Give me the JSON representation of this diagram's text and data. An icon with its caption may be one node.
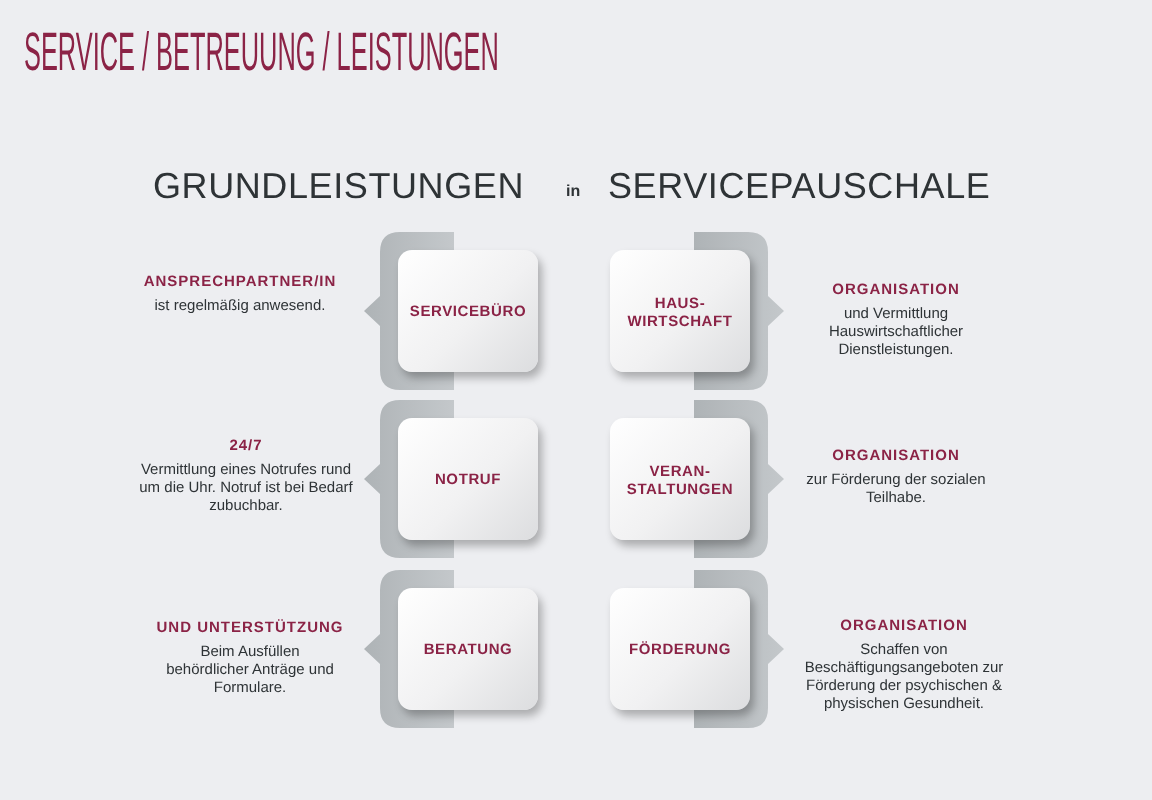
{
  "diagram": {
    "title": "SERVICE / BETREUUNG / LEISTUNGEN",
    "nodes": [
      {
        "text": [
          "SERVICEBÜRO"
        ],
        "beside": [
          "ANSPRECHPARTNER/IN",
          "ist regelmäßig anwesend."
        ]
      },
      {
        "text": [
          "HAUS- WIRTSCHAFT"
        ],
        "beside": [
          "ORGANISATION",
          "und Vermittlung Hauswirtschaftlicher Dienstleistungen."
        ]
      },
      {
        "text": [
          "NOTRUF"
        ],
        "beside": [
          "24/7",
          "Vermittlung eines Notrufes rund um die Uhr. Notruf ist bei Bedarf zubuchbar."
        ]
      },
      {
        "text": [
          "VERAN- STALTUNGEN"
        ],
        "beside": [
          "ORGANISATION",
          "zur Förderung der sozialen Teilhabe."
        ]
      },
      {
        "text": [
          "BERATUNG"
        ],
        "beside": [
          "UND UNTERSTÜTZUNG",
          "Beim Ausfüllen behördlicher Anträge und Formulare."
        ]
      },
      {
        "text": [
          "FÖRDERUNG"
        ],
        "beside": [
          "ORGANISATION",
          "Schaffen von Beschäftigungsangeboten zur Förderung der psychischen & physischen Gesundheit."
        ]
      }
    ],
    "labels": [
      "GRUNDLEISTUNGEN",
      "in",
      "SERVICEPAUSCHALE"
    ]
  }
}
